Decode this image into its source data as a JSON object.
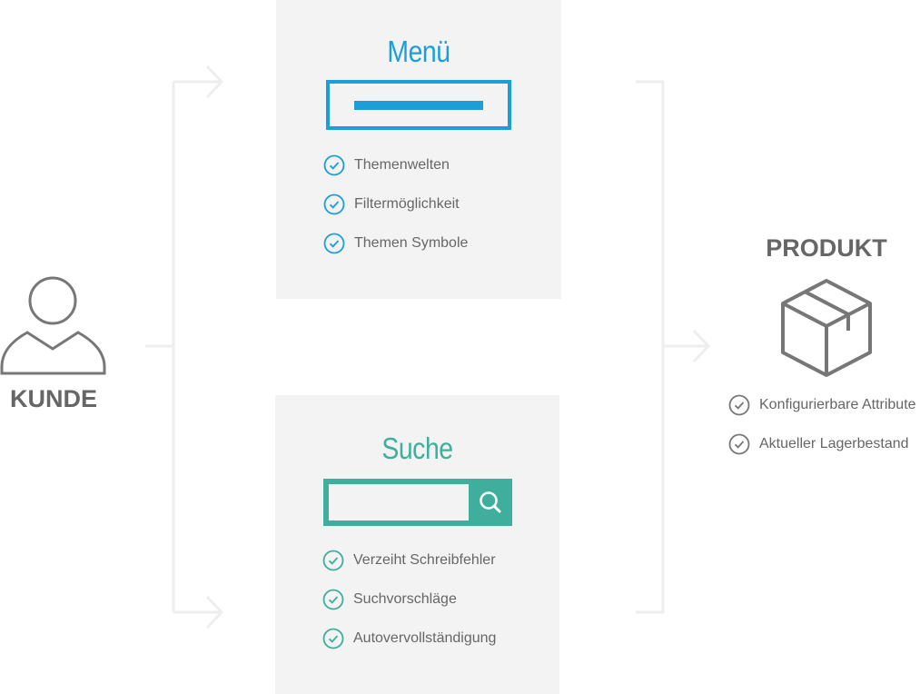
{
  "colors": {
    "menu_accent": "#1c9fd8",
    "search_accent": "#3fae9d",
    "panel_bg": "#f3f3f3",
    "text_gray": "#666666",
    "connector": "#eeeeee"
  },
  "customer": {
    "label": "KUNDE",
    "icon": "person-icon"
  },
  "menu": {
    "title": "Menü",
    "icon": "menu-bar-icon",
    "features": [
      {
        "label": "Themenwelten",
        "icon": "check-icon"
      },
      {
        "label": "Filtermöglichkeit",
        "icon": "check-icon"
      },
      {
        "label": "Themen Symbole",
        "icon": "check-icon"
      }
    ]
  },
  "search": {
    "title": "Suche",
    "icon": "search-icon",
    "features": [
      {
        "label": "Verzeiht Schreibfehler",
        "icon": "check-icon"
      },
      {
        "label": "Suchvorschläge",
        "icon": "check-icon"
      },
      {
        "label": "Autovervollständigung",
        "icon": "check-icon"
      }
    ]
  },
  "product": {
    "label": "PRODUKT",
    "icon": "box-icon",
    "features": [
      {
        "label": "Konfigurierbare Attribute",
        "icon": "check-icon"
      },
      {
        "label": "Aktueller Lagerbestand",
        "icon": "check-icon"
      }
    ]
  }
}
